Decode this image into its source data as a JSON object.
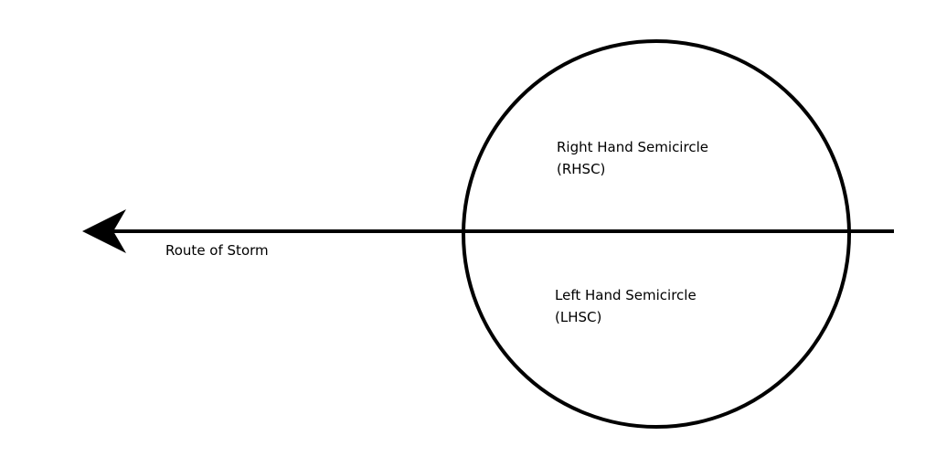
{
  "diagram": {
    "route_label": "Route of Storm",
    "right_semicircle": {
      "line1": "Right Hand Semicircle",
      "line2": "(RHSC)"
    },
    "left_semicircle": {
      "line1": "Left Hand Semicircle",
      "line2": "(LHSC)"
    }
  },
  "colors": {
    "stroke": "#000000",
    "background": "#ffffff"
  }
}
